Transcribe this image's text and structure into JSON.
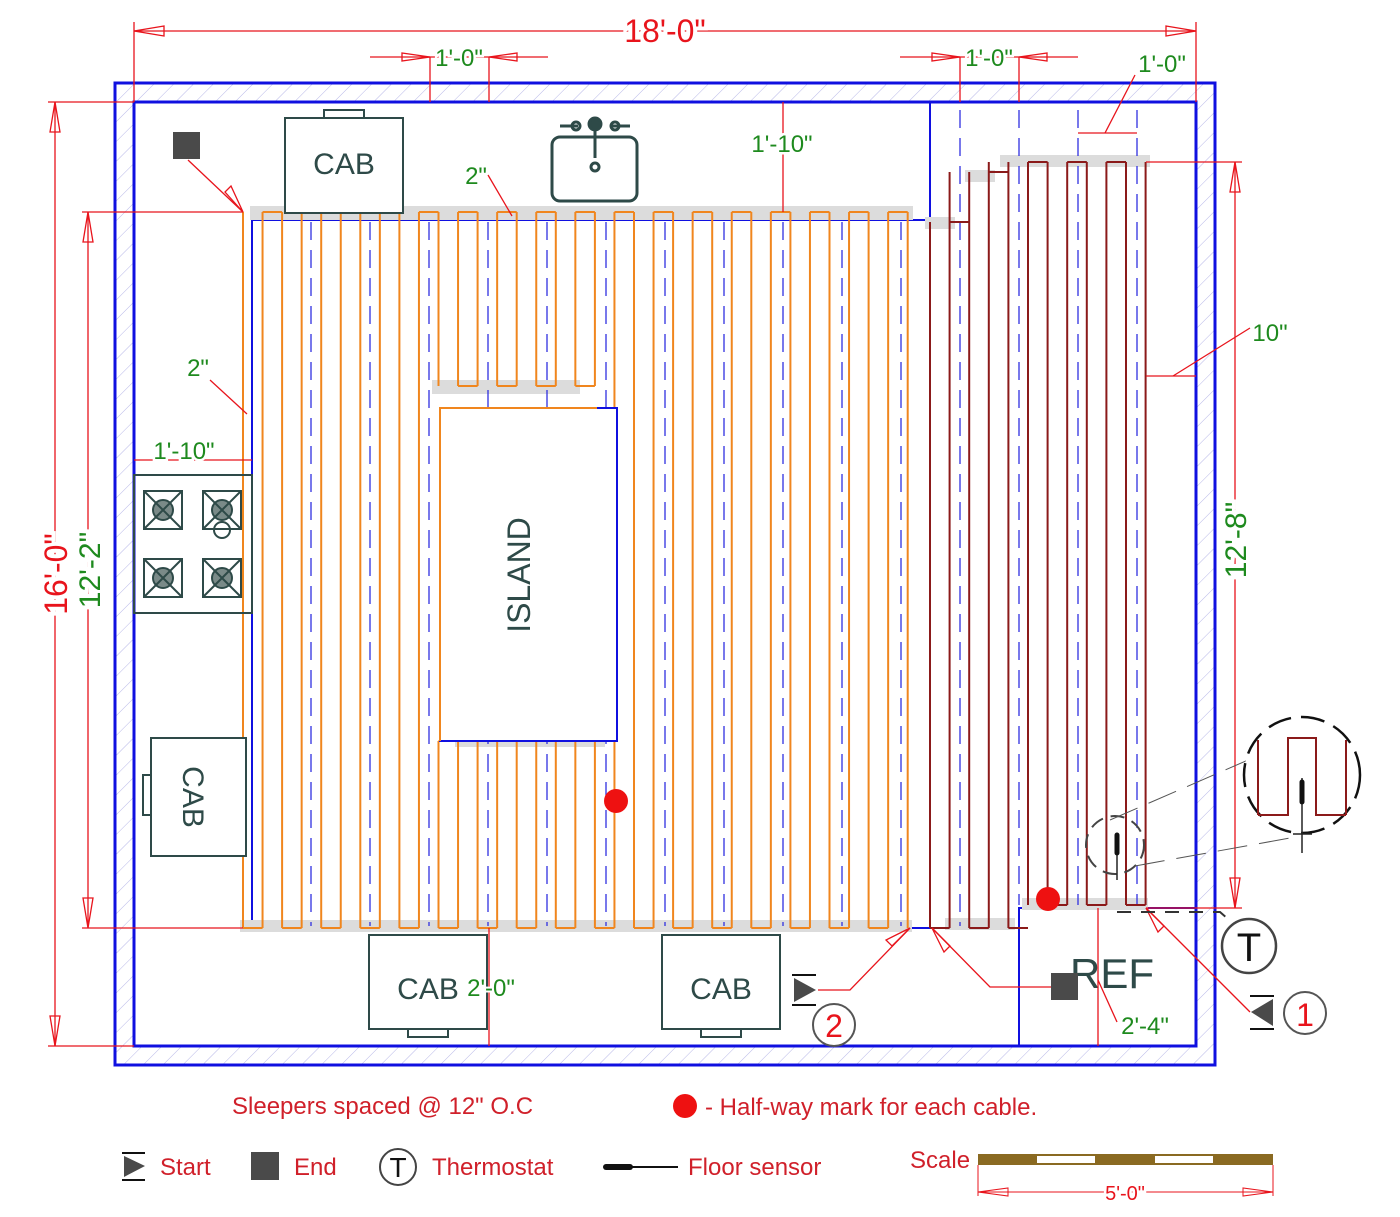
{
  "dimensions": {
    "overall_width": "18'-0\"",
    "overall_height": "16'-0\"",
    "heated_height_left": "12'-2\"",
    "heated_height_right": "12'-8\"",
    "sleeper_spacing_1": "1'-0\"",
    "sleeper_spacing_2": "1'-0\"",
    "sleeper_spacing_3": "1'-0\"",
    "top_offset": "1'-10\"",
    "stove_depth": "1'-10\"",
    "wall_gap_top": "2\"",
    "wall_gap_left": "2\"",
    "right_gap": "10\"",
    "cab_offset": "2'-0\"",
    "ref_offset": "2'-4\""
  },
  "fixtures": {
    "cab_top": "CAB",
    "cab_left": "CAB",
    "cab_bottom_1": "CAB",
    "cab_bottom_2": "CAB",
    "island": "ISLAND",
    "ref": "REF"
  },
  "markers": {
    "thermostat": "T",
    "cable_1": "1",
    "cable_2": "2"
  },
  "notes": {
    "sleepers": "Sleepers spaced @ 12\" O.C",
    "halfway": "- Half-way mark for each cable."
  },
  "legend": {
    "start": "Start",
    "end": "End",
    "thermostat_symbol": "T",
    "thermostat": "Thermostat",
    "floor_sensor": "Floor sensor",
    "scale_label": "Scale",
    "scale_value": "5'-0\""
  },
  "colors": {
    "wall": "#1010e0",
    "cable_1": "#8b1a1a",
    "cable_2": "#f0861e",
    "dimension": "#e8141c",
    "dimension_text_green": "#1e8a1e",
    "halfway_mark": "#ee1111"
  }
}
